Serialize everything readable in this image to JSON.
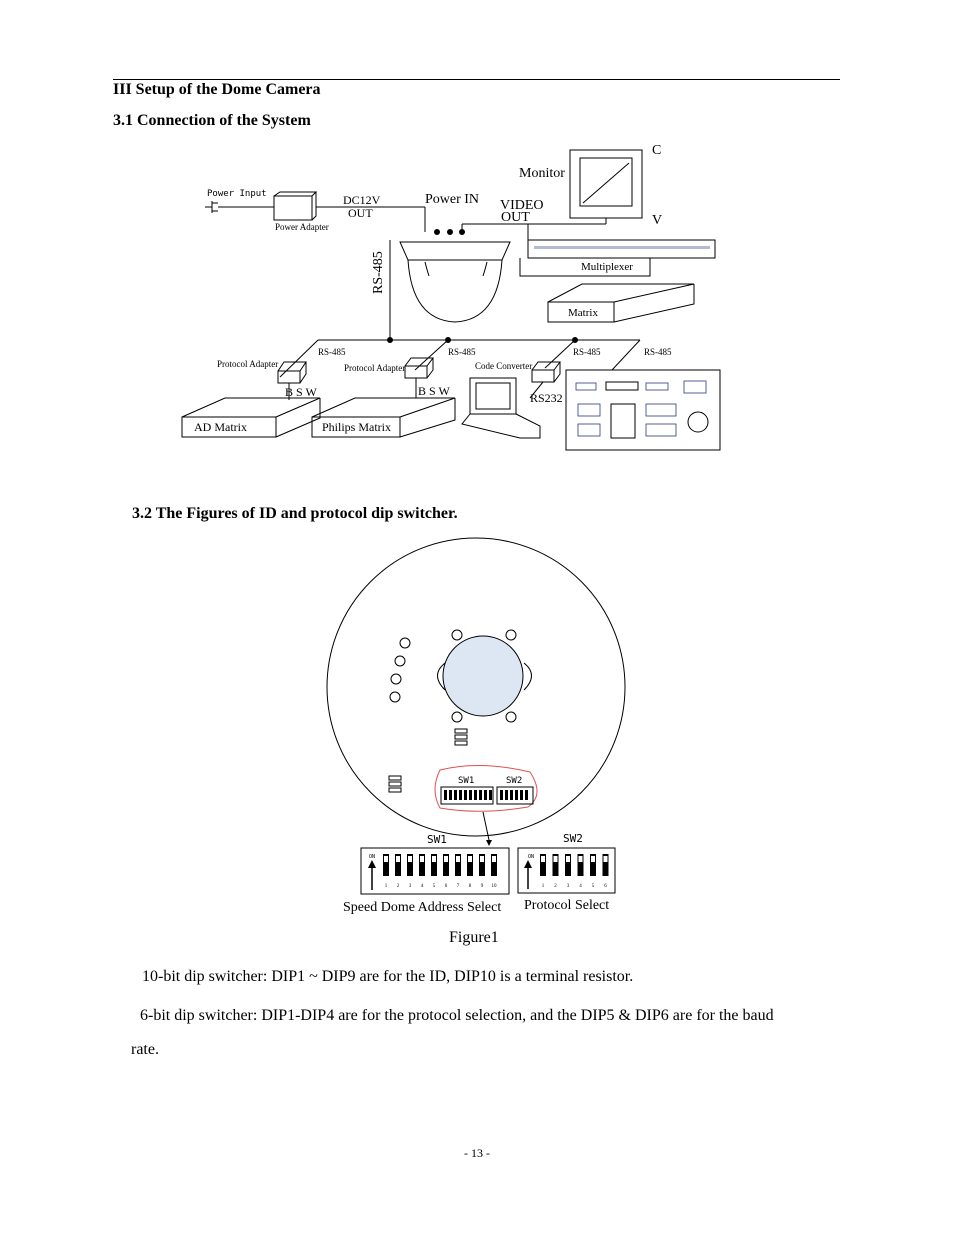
{
  "section": {
    "title": "III Setup of the Dome Camera",
    "sub1": "3.1 Connection of the System",
    "sub2": "3.2 The Figures of ID and protocol dip switcher."
  },
  "diagram1": {
    "power_input": "Power Input",
    "power_adapter": "Power Adapter",
    "dc12v": "DC12V",
    "out": "OUT",
    "power_in": "Power IN",
    "video": "VIDEO",
    "video_out": "OUT",
    "monitor": "Monitor",
    "c": "C",
    "v": "V",
    "multiplexer": "Multiplexer",
    "matrix": "Matrix",
    "rs485_vertical": "RS-485",
    "rs485": "RS-485",
    "protocol_adapter": "Protocol Adapter",
    "code_converter": "Code Converter",
    "bsw": "B S W",
    "rs232": "RS232",
    "ad_matrix": "AD Matrix",
    "philips_matrix": "Philips Matrix"
  },
  "diagram2": {
    "sw1": "SW1",
    "sw2": "SW2",
    "on": "ON",
    "sw1_numbers": [
      "1",
      "2",
      "3",
      "4",
      "5",
      "6",
      "7",
      "8",
      "9",
      "10"
    ],
    "sw2_numbers": [
      "1",
      "2",
      "3",
      "4",
      "5",
      "6"
    ],
    "label_sw1": "Speed Dome Address Select",
    "label_sw2": "Protocol Select",
    "caption": "Figure1",
    "circle_fill": "#dde6f3",
    "highlight_color": "#e05050"
  },
  "body": {
    "p1": "10-bit dip switcher: DIP1 ~ DIP9 are for the ID, DIP10 is a terminal resistor.",
    "p2a": "6-bit dip switcher: DIP1-DIP4 are for the protocol selection, and the DIP5 & DIP6 are for the baud",
    "p2b": "rate."
  },
  "page_number": "- 13 -"
}
